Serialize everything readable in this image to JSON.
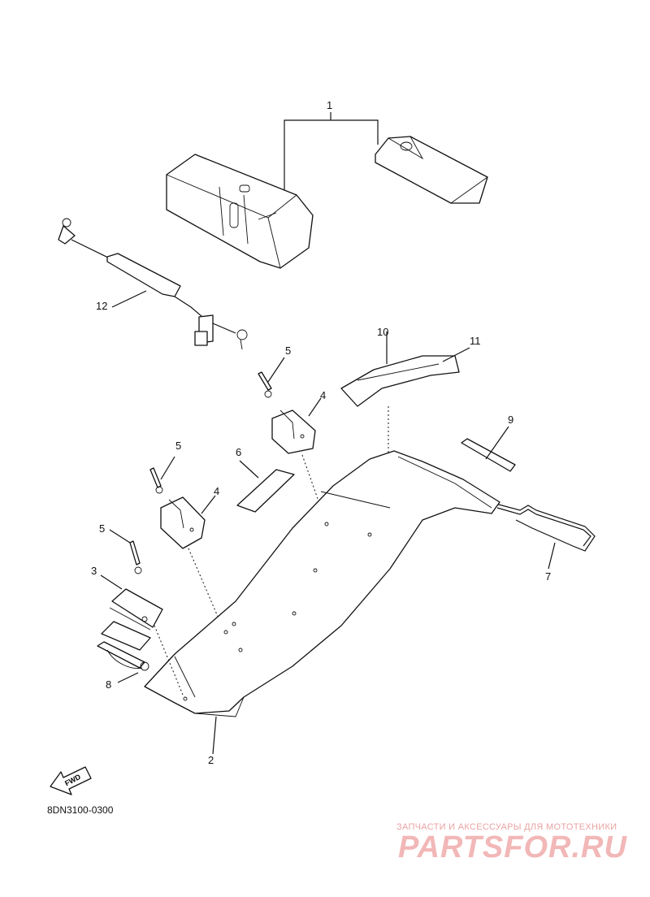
{
  "callouts": {
    "c1": "1",
    "c2": "2",
    "c3": "3",
    "c4a": "4",
    "c4b": "4",
    "c5a": "5",
    "c5b": "5",
    "c5c": "5",
    "c6": "6",
    "c7": "7",
    "c8": "8",
    "c9": "9",
    "c10": "10",
    "c11": "11",
    "c12": "12"
  },
  "fwd_label": "FWD",
  "diagram_code": "8DN3100-0300",
  "watermark": {
    "subtitle": "ЗАПЧАСТИ И АКСЕССУАРЫ ДЛЯ МОТОТЕХНИКИ",
    "logo": "PARTSFOR.RU"
  },
  "colors": {
    "line": "#111111",
    "watermark": "#f2b7b7"
  }
}
